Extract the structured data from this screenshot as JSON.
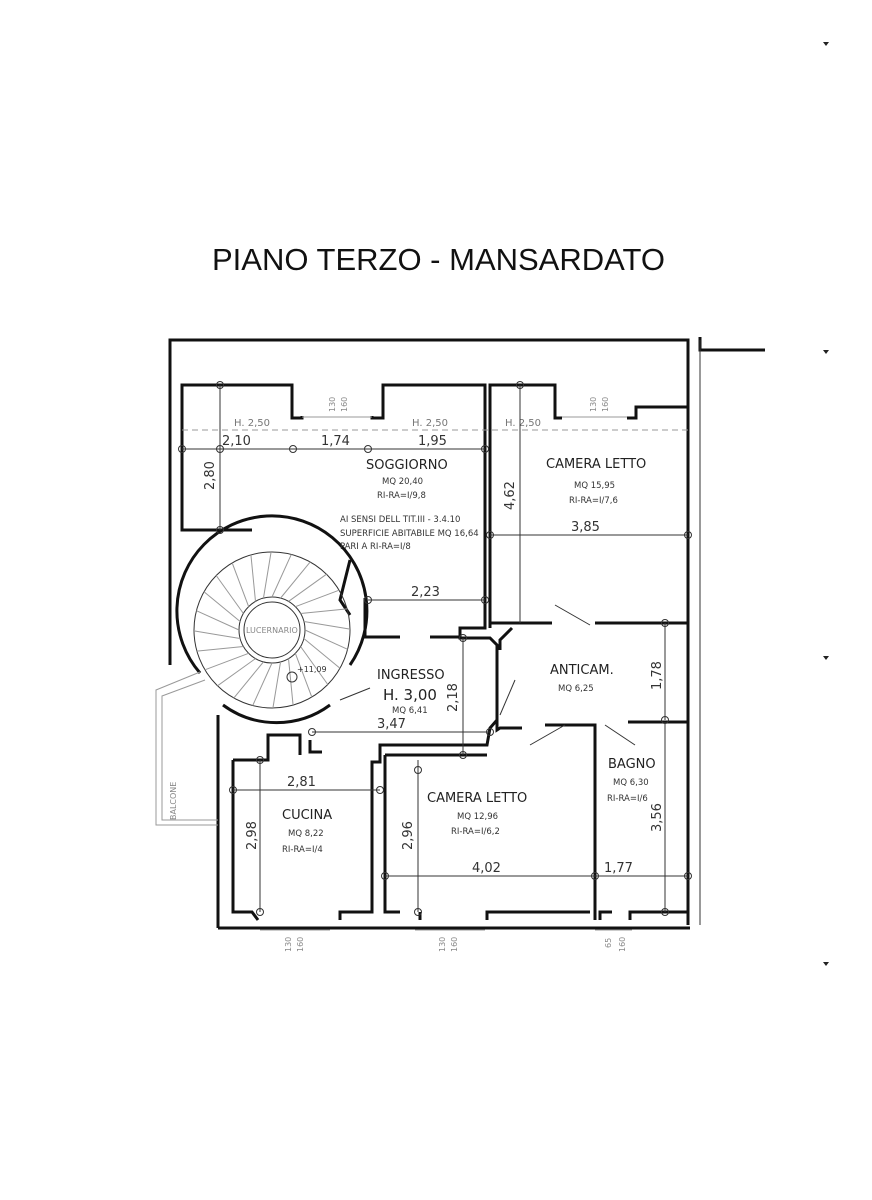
{
  "title": "PIANO TERZO - MANSARDATO",
  "heights": [
    "H. 2,50",
    "H. 2,50",
    "H. 2,50"
  ],
  "windows": [
    {
      "a": "130",
      "b": "160"
    },
    {
      "a": "130",
      "b": "160"
    },
    {
      "a": "130",
      "b": "160"
    },
    {
      "a": "130",
      "b": "160"
    },
    {
      "a": "65",
      "b": "160"
    }
  ],
  "rooms": {
    "soggiorno": {
      "name": "SOGGIORNO",
      "area": "MQ 20,40",
      "ratio": "RI-RA=I/9,8",
      "note": [
        "AI SENSI DELL TIT.III - 3.4.10",
        "SUPERFICIE ABITABILE MQ 16,64",
        "PARI A RI-RA=I/8"
      ]
    },
    "camera_letto_1": {
      "name": "CAMERA LETTO",
      "area": "MQ 15,95",
      "ratio": "RI-RA=I/7,6"
    },
    "ingresso": {
      "name": "INGRESSO",
      "height": "H. 3,00",
      "area": "MQ 6,41"
    },
    "anticamera": {
      "name": "ANTICAM.",
      "area": "MQ 6,25"
    },
    "bagno": {
      "name": "BAGNO",
      "area": "MQ 6,30",
      "ratio": "RI-RA=I/6"
    },
    "cucina": {
      "name": "CUCINA",
      "area": "MQ 8,22",
      "ratio": "RI-RA=I/4"
    },
    "camera_letto_2": {
      "name": "CAMERA LETTO",
      "area": "MQ 12,96",
      "ratio": "RI-RA=I/6,2"
    }
  },
  "stair": {
    "label": "LUCERNARIO",
    "level": "+11,09"
  },
  "balcone": "BALCONE",
  "dimensions": {
    "d210": "2,10",
    "d174": "1,74",
    "d195": "1,95",
    "d280": "2,80",
    "d462": "4,62",
    "d385": "3,85",
    "d223": "2,23",
    "d218": "2,18",
    "d347": "3,47",
    "d178": "1,78",
    "d281": "2,81",
    "d298": "2,98",
    "d296": "2,96",
    "d402": "4,02",
    "d177": "1,77",
    "d356": "3,56"
  }
}
